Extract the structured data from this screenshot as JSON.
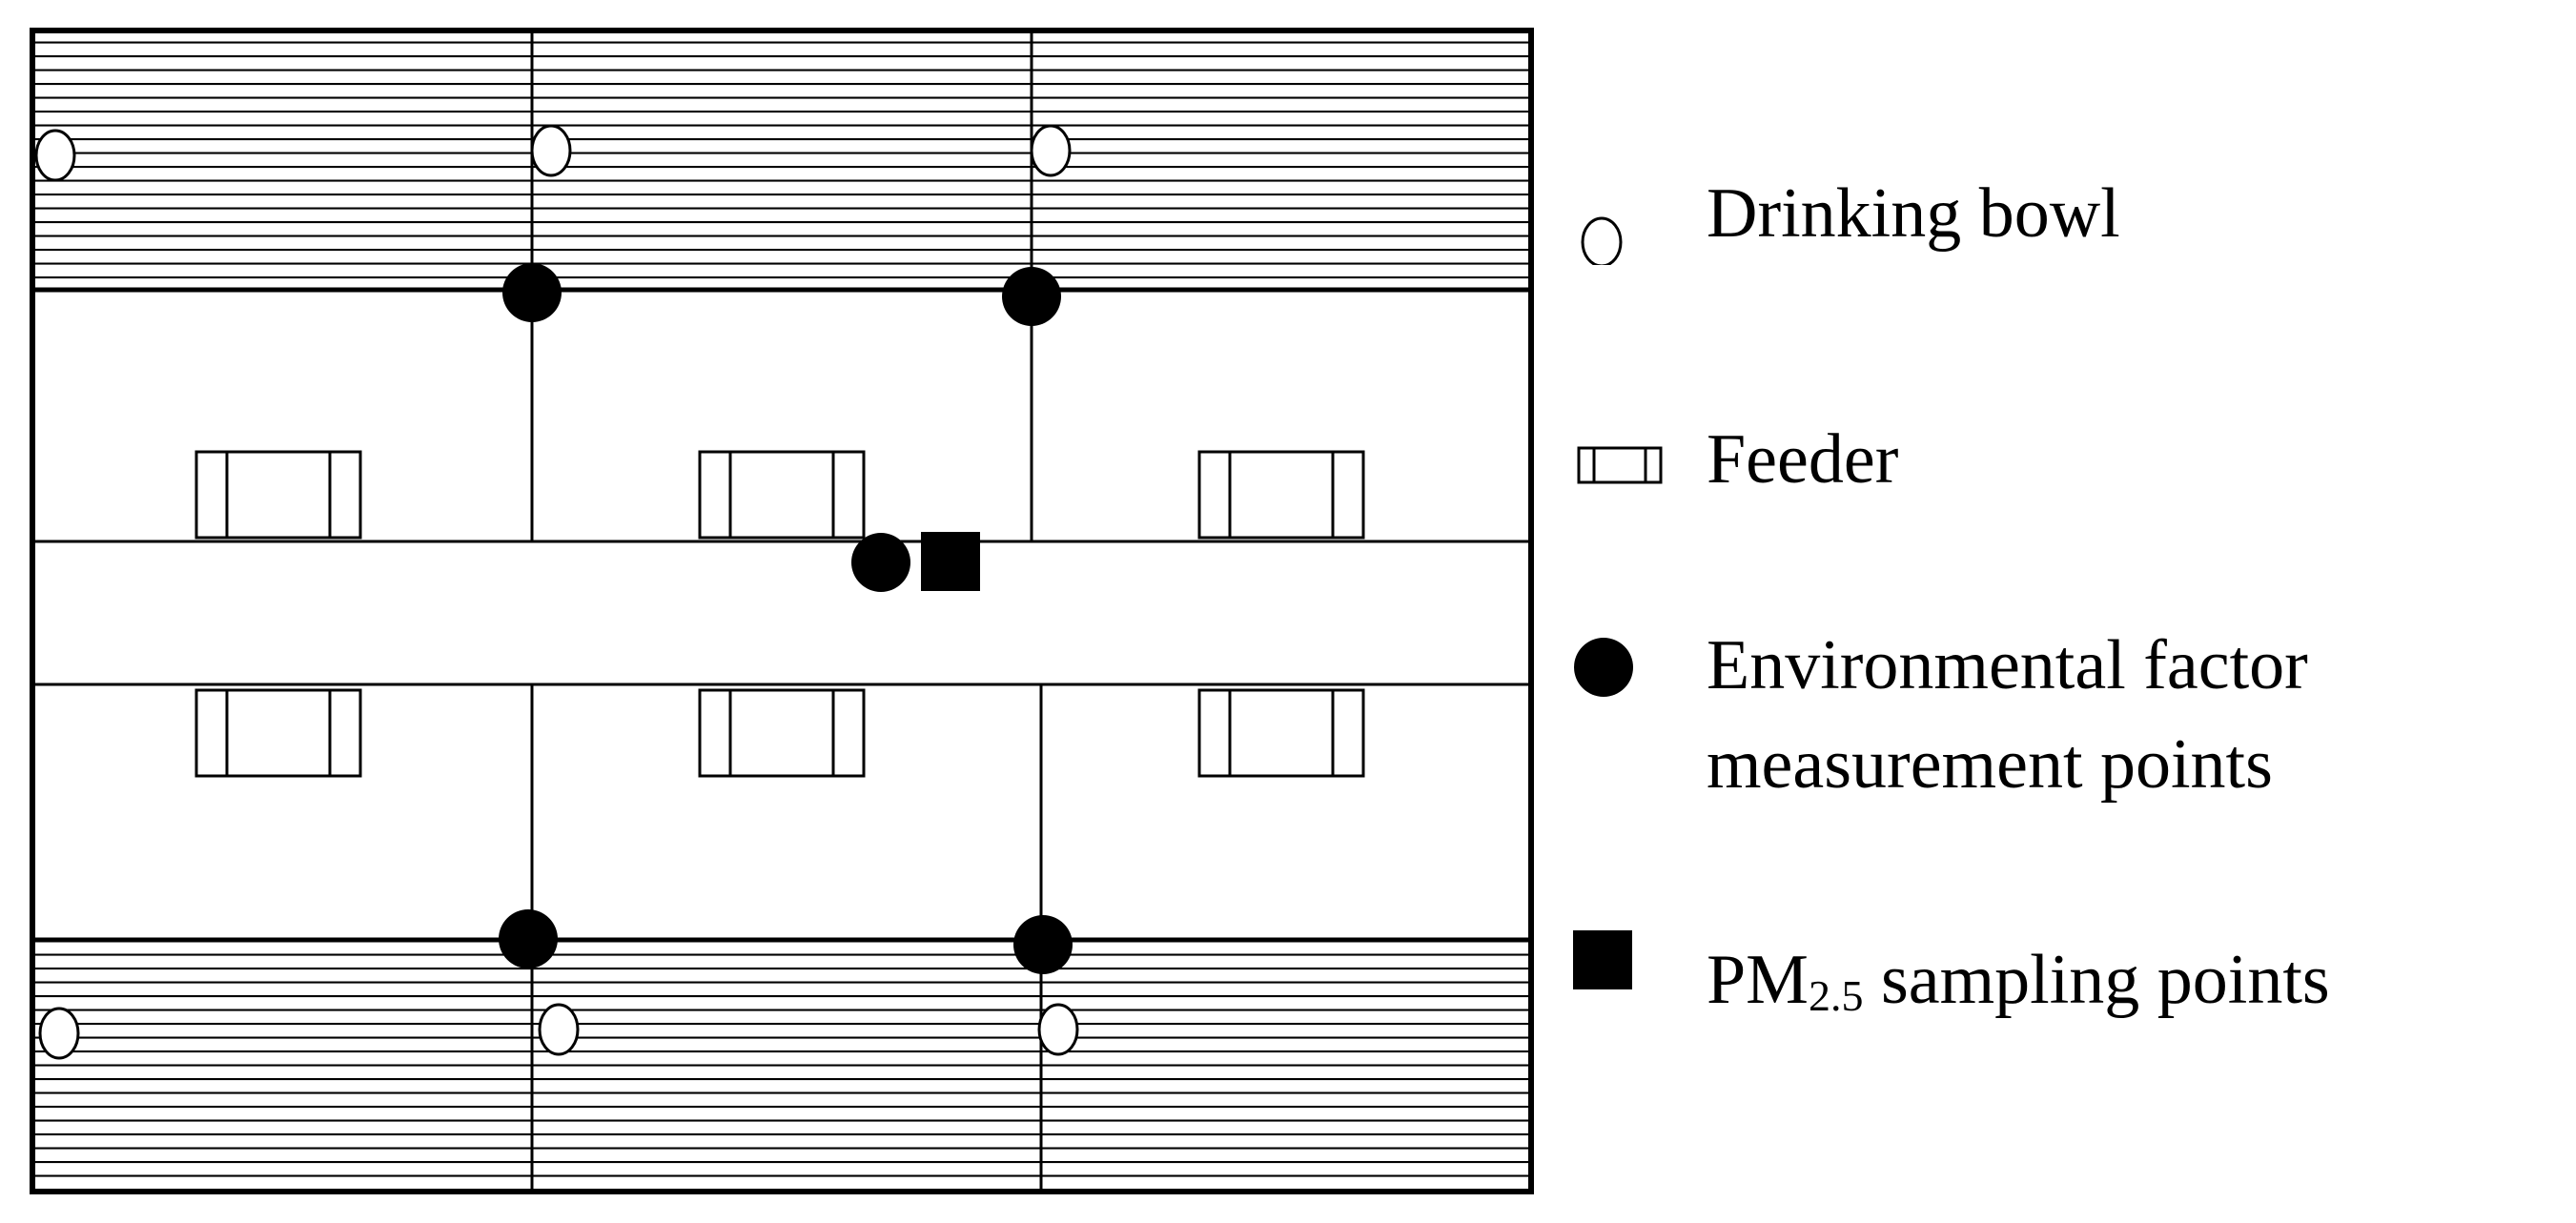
{
  "legend": {
    "drinking_bowl": "Drinking bowl",
    "feeder": "Feeder",
    "env_line1": "Environmental factor",
    "env_line2": "measurement points",
    "pm_prefix": "PM",
    "pm_sub": "2.5",
    "pm_suffix": " sampling points"
  },
  "icons": {
    "drinking_bowl": "open-circle-icon",
    "feeder": "rectangle-with-side-bars-icon",
    "environmental_point": "filled-circle-icon",
    "pm_point": "filled-square-icon"
  },
  "colors": {
    "stroke": "#000000",
    "fill": "#000000",
    "background": "#ffffff"
  }
}
